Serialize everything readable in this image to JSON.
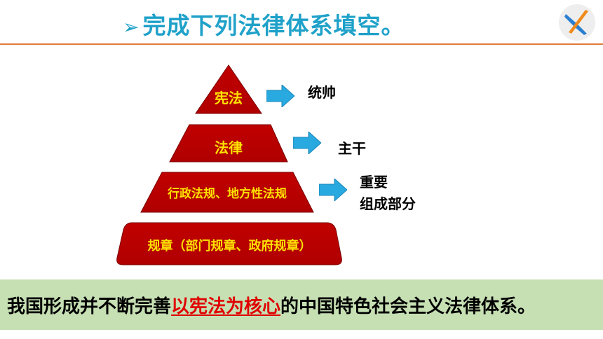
{
  "header": {
    "arrow_glyph": "➢",
    "title": "完成下列法律体系填空。"
  },
  "pyramid": {
    "tier1": "宪法",
    "tier2": "法律",
    "tier3": "行政法规、地方性法规",
    "tier4": "规章（部门规章、政府规章）"
  },
  "descriptions": {
    "d1": "统帅",
    "d2": "主干",
    "d3_line1": "重要",
    "d3_line2": "组成部分"
  },
  "summary": {
    "before": "我国形成并不断完善",
    "highlight": "以宪法为核心",
    "after": "的中国特色社会主义法律体系。"
  },
  "colors": {
    "title": "#1fa1c9",
    "divider": "#e07a3a",
    "pyramid_fill": "#c00000",
    "pyramid_label": "#ffe100",
    "arrow": "#28a9e0",
    "summary_bg": "#c6e0b4",
    "highlight": "#e00000"
  }
}
